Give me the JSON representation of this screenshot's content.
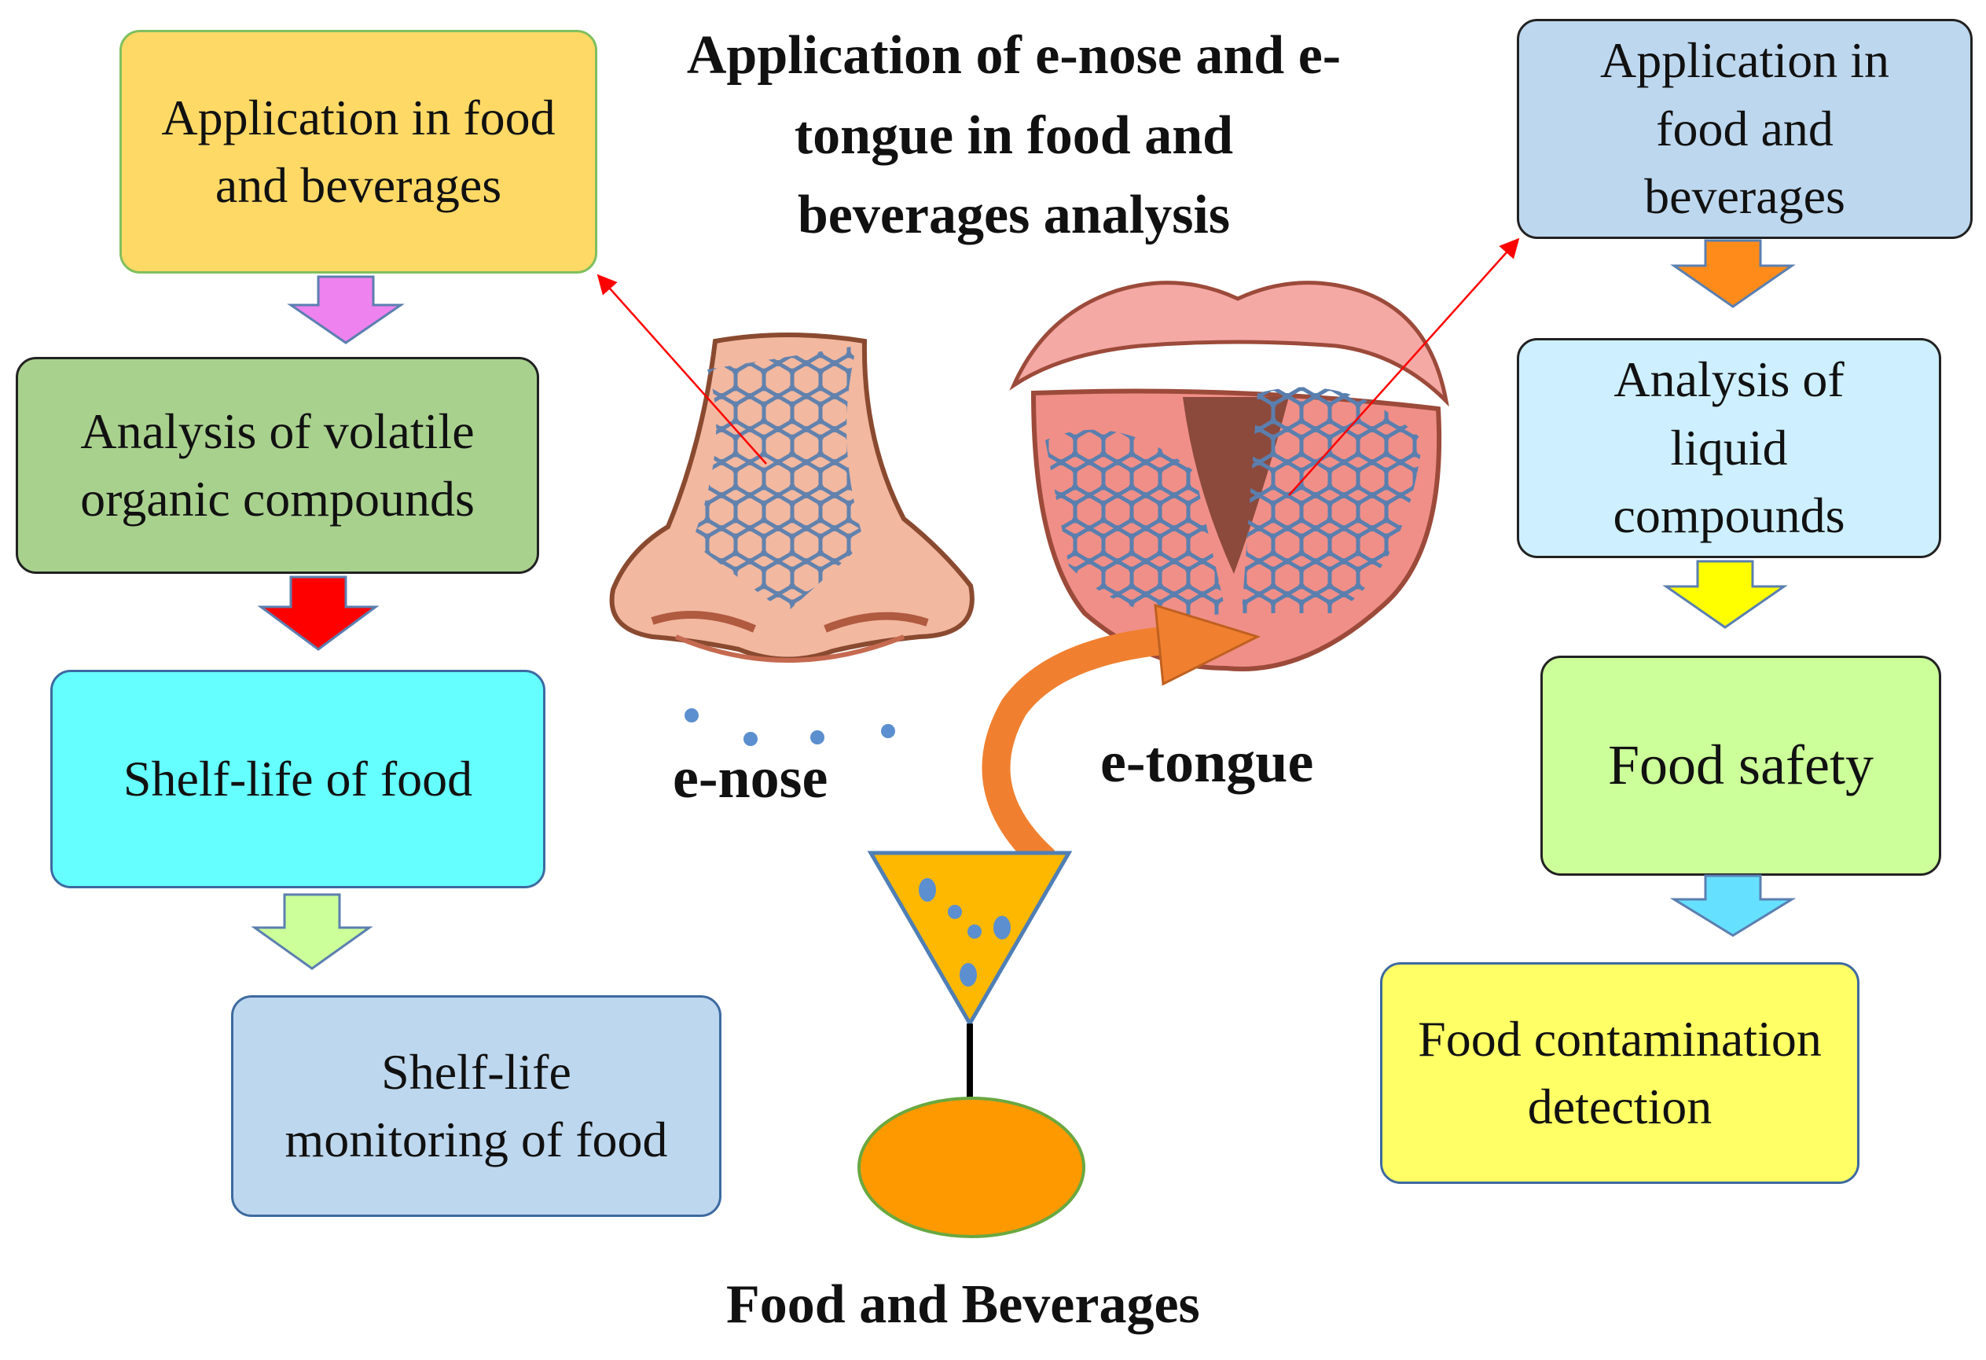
{
  "title": "Application of e-nose and e-tongue in food and beverages analysis",
  "labels": {
    "enose": "e-nose",
    "etongue": "e-tongue",
    "food_bev": "Food and Beverages"
  },
  "left_flow": [
    {
      "text": "Application in food and beverages",
      "fill": "#ffd966",
      "arrow": "#ee82ee"
    },
    {
      "text": "Analysis of volatile organic compounds",
      "fill": "#a9d18e",
      "arrow": "#ff0000"
    },
    {
      "text": "Shelf-life of food",
      "fill": "#66ffff",
      "arrow": "#ccff99"
    },
    {
      "text": "Shelf-life monitoring of food",
      "fill": "#bdd7ee"
    }
  ],
  "right_flow": [
    {
      "text": "Application in food and beverages",
      "fill": "#bdd7ee",
      "arrow": "#ff8c1a"
    },
    {
      "text": "Analysis of liquid compounds",
      "fill": "#cdefff",
      "arrow": "#ffff00"
    },
    {
      "text": "Food safety",
      "fill": "#ccff99",
      "arrow": "#66e0ff"
    },
    {
      "text": "Food contamination detection",
      "fill": "#ffff66"
    }
  ],
  "colors": {
    "nose": "#f2b8a0",
    "tongue": "#f08f88",
    "lips": "#f5a9a5",
    "molecule": "#5a7fae",
    "food_orange": "#ff9900",
    "funnel": "#ffb800",
    "curved_arrow": "#f08030",
    "pointer": "#ff0000"
  }
}
